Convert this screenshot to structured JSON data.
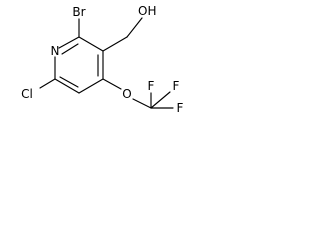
{
  "molecule": {
    "atoms": {
      "bromo": "Br",
      "hydroxyl": "OH",
      "ring_nitrogen": "N",
      "chloro": "Cl",
      "ether_oxygen": "O",
      "fluorine_upper_left": "F",
      "fluorine_upper_right": "F",
      "fluorine_right": "F"
    }
  }
}
